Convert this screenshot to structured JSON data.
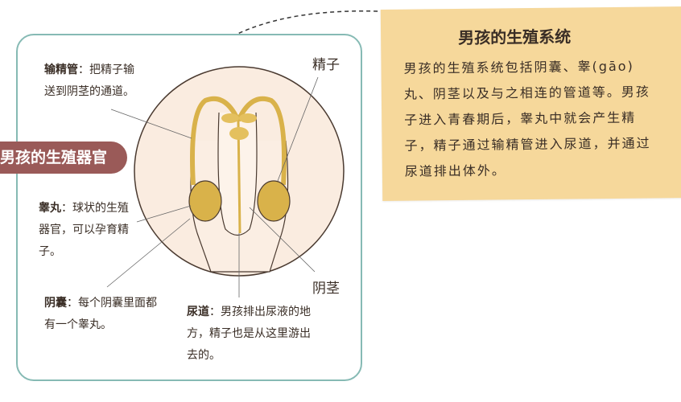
{
  "info_box": {
    "title": "男孩的生殖系统",
    "body": "男孩的生殖系统包括阴囊、睾(gāo)丸、阴茎以及与之相连的管道等。男孩子进入青春期后，睾丸中就会产生精子，精子通过输精管进入尿道，并通过尿道排出体外。",
    "background_color": "#f6d89b"
  },
  "diagram": {
    "section_label": "男孩的生殖器官",
    "section_label_color": "#9a5a58",
    "frame_color": "#86bab4",
    "labels": {
      "vas_deferens_term": "输精管",
      "vas_deferens_desc": "：把精子输送到阴茎的通道。",
      "sperm": "精子",
      "testis_term": "睾丸",
      "testis_desc": "：球状的生殖器官，可以孕育精子。",
      "penis": "阴茎",
      "scrotum_term": "阴囊",
      "scrotum_desc": "：每个阴囊里面都有一个睾丸。",
      "urethra_term": "尿道",
      "urethra_desc": "：男孩排出尿液的地方，精子也是从这里游出去的。"
    }
  }
}
